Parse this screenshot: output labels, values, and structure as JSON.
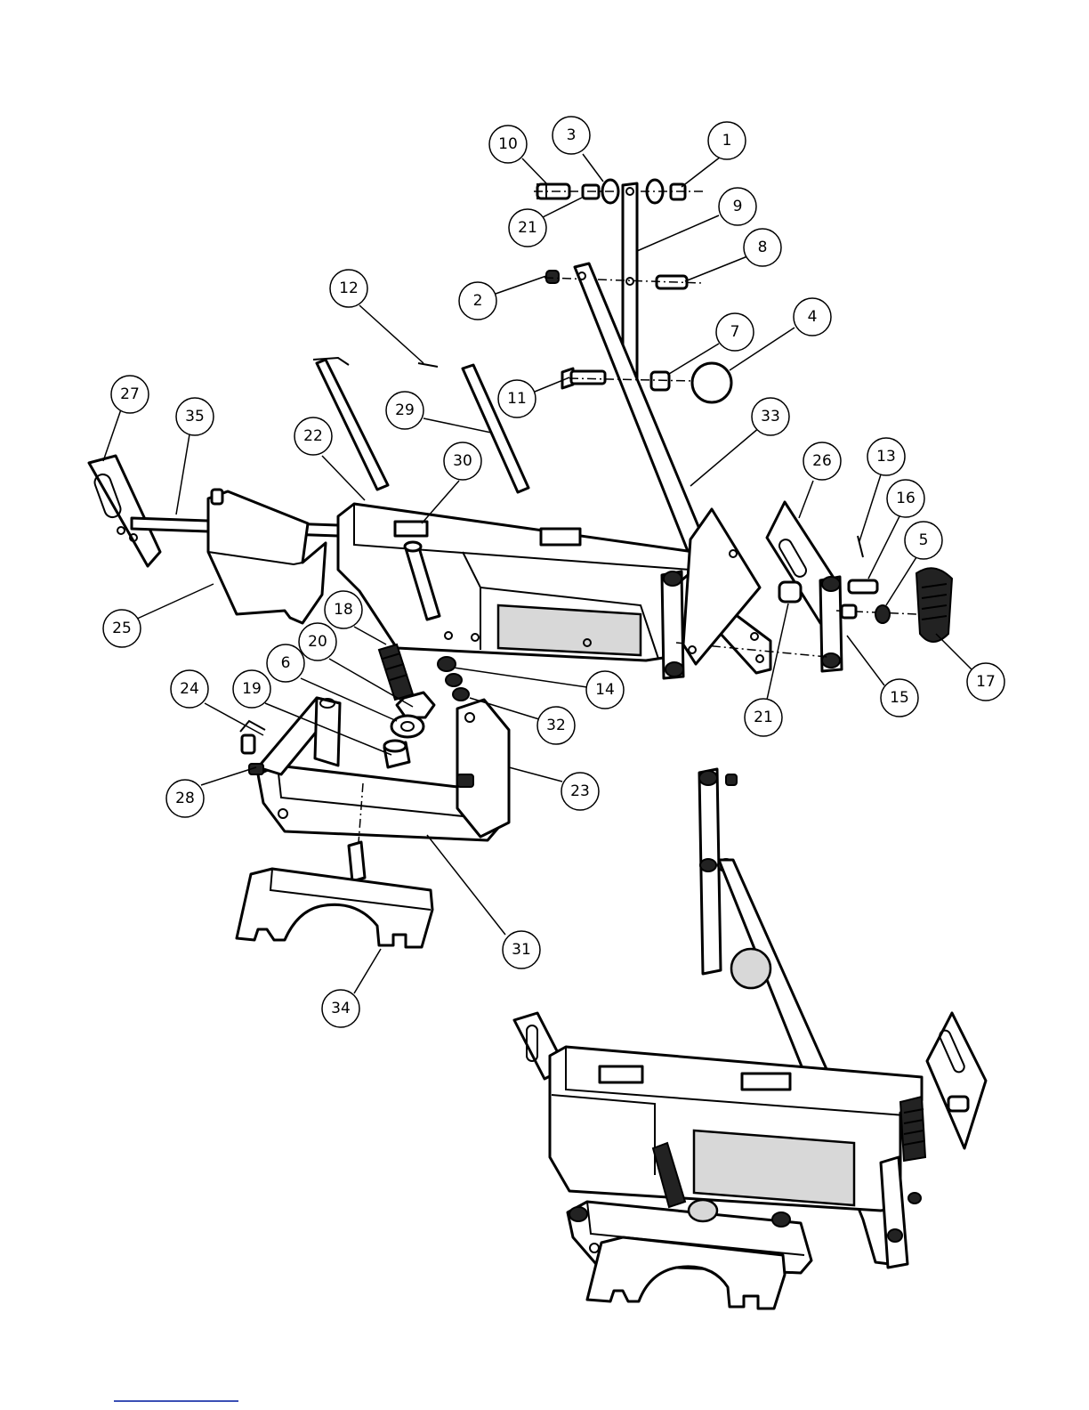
{
  "balloons": [
    {
      "id": "b10",
      "label": "10"
    },
    {
      "id": "b3",
      "label": "3"
    },
    {
      "id": "b1",
      "label": "1"
    },
    {
      "id": "b21a",
      "label": "21"
    },
    {
      "id": "b9",
      "label": "9"
    },
    {
      "id": "b8",
      "label": "8"
    },
    {
      "id": "b2",
      "label": "2"
    },
    {
      "id": "b12",
      "label": "12"
    },
    {
      "id": "b7",
      "label": "7"
    },
    {
      "id": "b4",
      "label": "4"
    },
    {
      "id": "b11",
      "label": "11"
    },
    {
      "id": "b27",
      "label": "27"
    },
    {
      "id": "b35",
      "label": "35"
    },
    {
      "id": "b29",
      "label": "29"
    },
    {
      "id": "b33",
      "label": "33"
    },
    {
      "id": "b22",
      "label": "22"
    },
    {
      "id": "b30",
      "label": "30"
    },
    {
      "id": "b26",
      "label": "26"
    },
    {
      "id": "b13",
      "label": "13"
    },
    {
      "id": "b16",
      "label": "16"
    },
    {
      "id": "b5",
      "label": "5"
    },
    {
      "id": "b25",
      "label": "25"
    },
    {
      "id": "b18",
      "label": "18"
    },
    {
      "id": "b20",
      "label": "20"
    },
    {
      "id": "b6",
      "label": "6"
    },
    {
      "id": "b14",
      "label": "14"
    },
    {
      "id": "b24",
      "label": "24"
    },
    {
      "id": "b19",
      "label": "19"
    },
    {
      "id": "b32",
      "label": "32"
    },
    {
      "id": "b17",
      "label": "17"
    },
    {
      "id": "b15",
      "label": "15"
    },
    {
      "id": "b21b",
      "label": "21"
    },
    {
      "id": "b28",
      "label": "28"
    },
    {
      "id": "b23",
      "label": "23"
    },
    {
      "id": "b31",
      "label": "31"
    },
    {
      "id": "b34",
      "label": "34"
    }
  ]
}
